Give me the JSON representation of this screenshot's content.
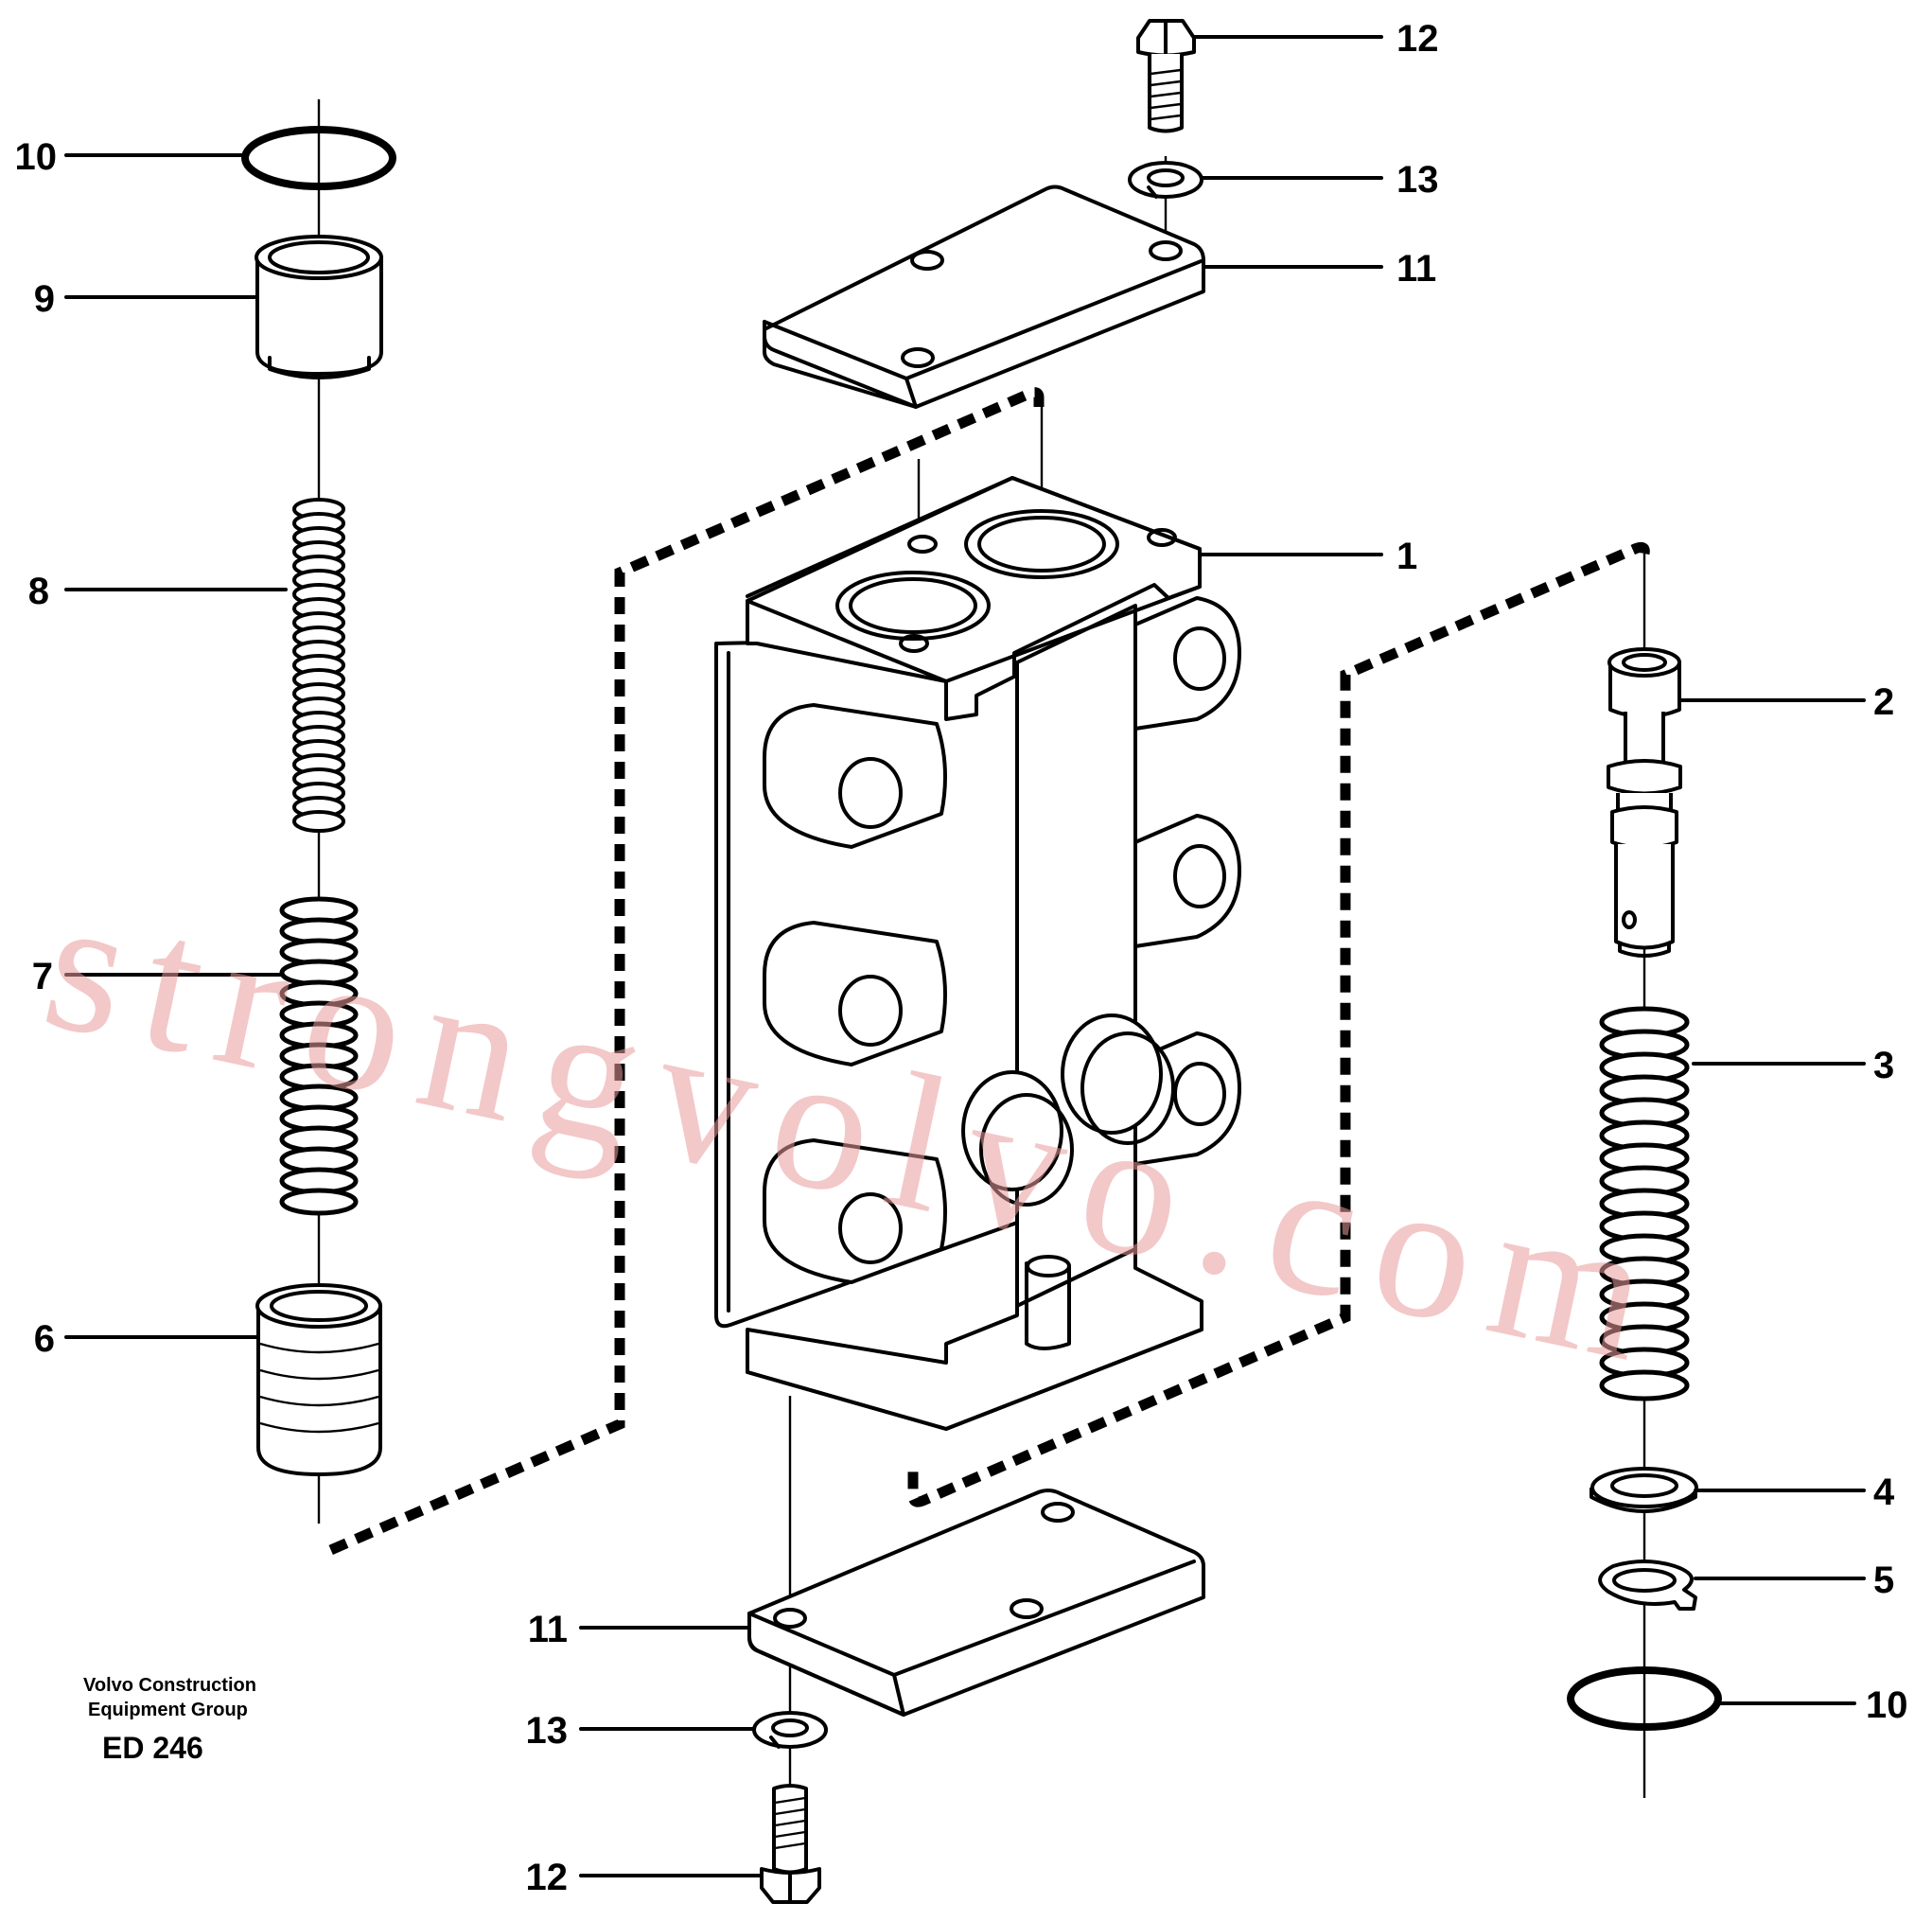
{
  "callouts": {
    "c1": "1",
    "c2": "2",
    "c3": "3",
    "c4": "4",
    "c5": "5",
    "c6": "6",
    "c7": "7",
    "c8": "8",
    "c9": "9",
    "c10_left": "10",
    "c10_right": "10",
    "c11_top": "11",
    "c11_bottom": "11",
    "c12_top": "12",
    "c12_bottom": "12",
    "c13_top": "13",
    "c13_bottom": "13"
  },
  "credit": {
    "line1": "Volvo Construction",
    "line2": "Equipment Group",
    "code": "ED 246"
  },
  "watermark": "strongvolvo.com",
  "colors": {
    "line": "#000000",
    "watermark": "#e99a9a",
    "background": "#ffffff"
  }
}
